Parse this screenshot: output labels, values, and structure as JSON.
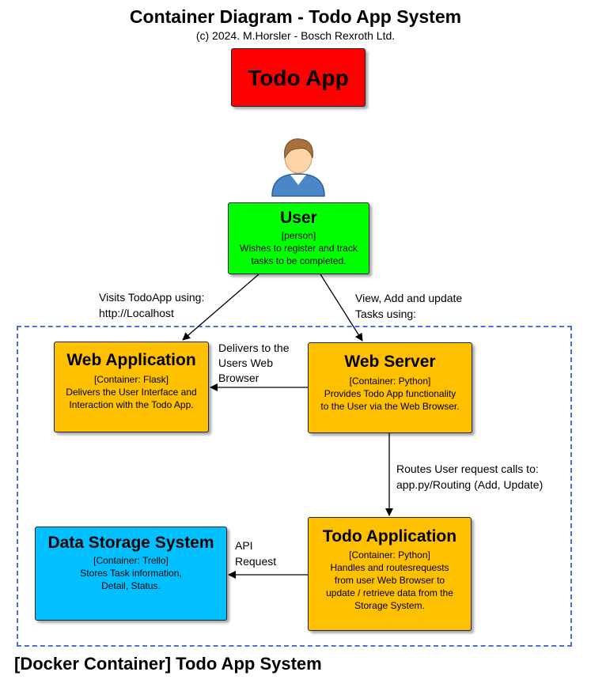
{
  "header": {
    "title": "Container Diagram - Todo App System",
    "subtitle": "(c) 2024. M.Horsler - Bosch Rexroth Ltd."
  },
  "colors": {
    "system": "#ff0000",
    "person": "#00ff00",
    "container": "#ffc000",
    "external": "#00c0ff",
    "boundary": "#4a6fe0"
  },
  "system_box": {
    "name": "Todo App"
  },
  "user": {
    "icon": "person-icon",
    "name": "User",
    "tag": "[person]",
    "desc_lines": [
      "Wishes to register and track",
      "tasks to be completed."
    ]
  },
  "web_application": {
    "name": "Web Application",
    "tag": "[Container: Flask]",
    "desc_lines": [
      "Delivers the User Interface and",
      "Interaction with the Todo App."
    ]
  },
  "web_server": {
    "name": "Web Server",
    "tag": "[Container: Python]",
    "desc_lines": [
      "Provides Todo App functionality",
      "to the User via the Web Browser."
    ]
  },
  "todo_application": {
    "name": "Todo Application",
    "tag": "[Container: Python]",
    "desc_lines": [
      "Handles and routesrequests",
      "from user Web Browser to",
      "update / retrieve data from the",
      "Storage System."
    ]
  },
  "data_storage": {
    "name": "Data Storage System",
    "tag": "[Container: Trello]",
    "desc_lines": [
      "Stores Task information,",
      "Detail, Status."
    ]
  },
  "relations": {
    "user_to_webapp": [
      "Visits TodoApp using:",
      "http://Localhost"
    ],
    "user_to_webserver": [
      "View, Add and update",
      "Tasks using:"
    ],
    "webserver_to_webapp": [
      "Delivers to the",
      "Users Web",
      "Browser"
    ],
    "webserver_to_todoapp": [
      "Routes User request calls to:",
      "app.py/Routing (Add, Update)"
    ],
    "todoapp_to_storage": [
      "API",
      "Request"
    ]
  },
  "boundary": {
    "label": "[Docker Container] Todo App System"
  }
}
